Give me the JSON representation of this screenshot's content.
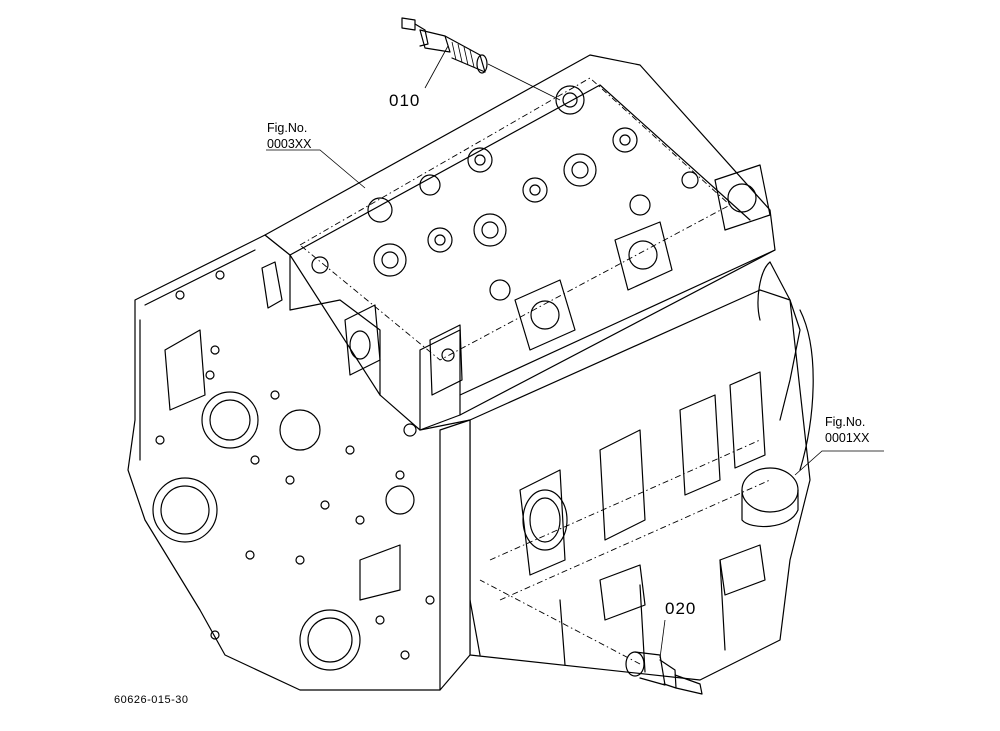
{
  "callouts": {
    "part_010": "010",
    "part_020": "020"
  },
  "figure_refs": {
    "head": {
      "label": "Fig.No.",
      "number": "0003XX"
    },
    "block": {
      "label": "Fig.No.",
      "number": "0001XX"
    }
  },
  "drawing_code": "60626-015-30"
}
